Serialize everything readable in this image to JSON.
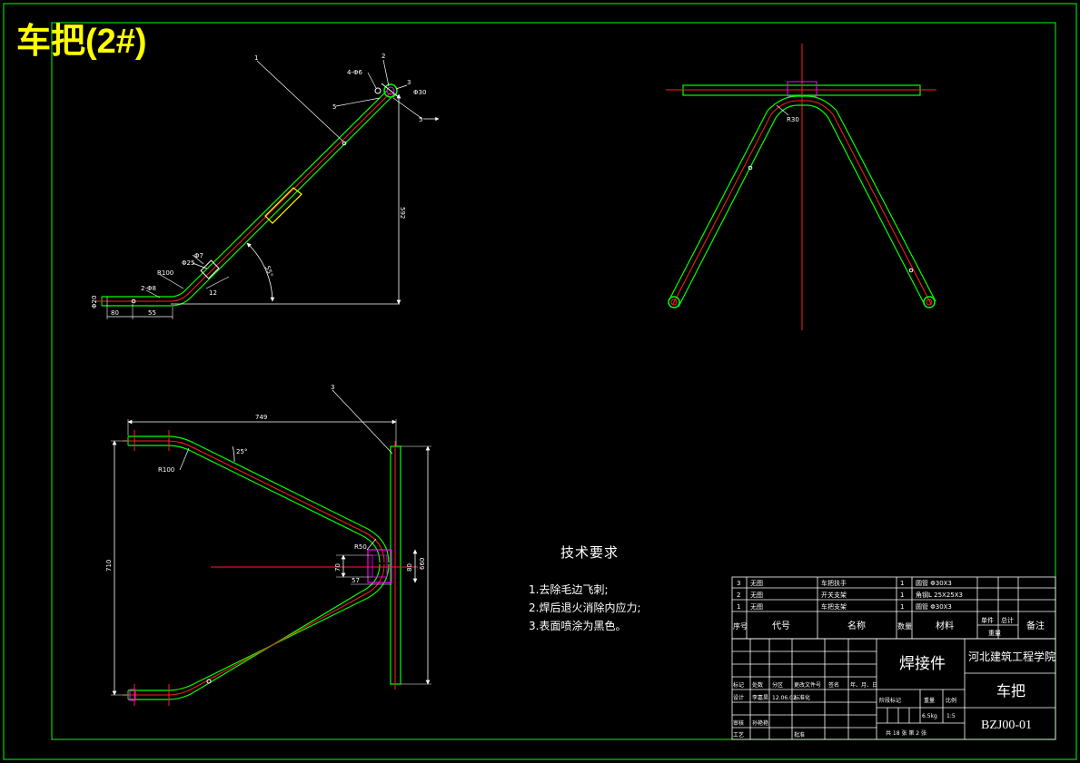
{
  "drawing": {
    "title": "车把(2#)",
    "colors": {
      "frame": "#00ff00",
      "outline": "#00ff00",
      "center": "#ff2020",
      "dim": "#ffffff",
      "title": "#ffff00",
      "part": "#ff00ff",
      "note": "#ffff00"
    }
  },
  "technical_requirements": {
    "heading": "技术要求",
    "items": [
      "1.去除毛边飞刺;",
      "2.焊后退火消除内应力;",
      "3.表面喷涂为黑色。"
    ]
  },
  "side_view": {
    "balloons": [
      "1",
      "2",
      "3",
      "5",
      "5"
    ],
    "dims": {
      "hole_small": "4-Φ6",
      "d30": "Φ30",
      "h592": "592",
      "angle55": "55°",
      "d7": "Φ7",
      "d25": "Φ25",
      "r100": "R100",
      "holes": "2-Φ8",
      "d20": "Φ20",
      "w80": "80",
      "w55": "55",
      "w12": "12"
    }
  },
  "front_view": {
    "r30": "R30"
  },
  "plan_view": {
    "balloon": "3",
    "dims": {
      "w749": "749",
      "h710": "710",
      "h660": "660",
      "r100": "R100",
      "ang25": "25°",
      "r50": "R50",
      "d70": "70",
      "d80": "80",
      "d57": "57"
    }
  },
  "bom": {
    "rows": [
      {
        "no": "3",
        "code": "无图",
        "name": "车把扶手",
        "qty": "1",
        "mat": "圆管 Φ30X3"
      },
      {
        "no": "2",
        "code": "无图",
        "name": "开关支架",
        "qty": "1",
        "mat": "角钢L 25X25X3"
      },
      {
        "no": "1",
        "code": "无图",
        "name": "车把支架",
        "qty": "1",
        "mat": "圆管 Φ30X3"
      }
    ],
    "headers": {
      "no": "序号",
      "code": "代号",
      "name": "名称",
      "qty": "数量",
      "mat": "材料",
      "unit": "单件",
      "total": "总计",
      "weight": "重量",
      "remark": "备注"
    }
  },
  "title_block": {
    "product_type": "焊接件",
    "school": "河北建筑工程学院",
    "part_name": "车把",
    "drawing_no": "BZJ00-01",
    "mark_labels": [
      "标记",
      "处数",
      "分区",
      "更改文件号",
      "签名",
      "年、月、日"
    ],
    "design_label": "设计",
    "designer": "李嘉昊",
    "design_date": "12.06.02",
    "std_label": "标准化",
    "review_label": "审核",
    "reviewer": "孙艳艳",
    "process_label": "工艺",
    "approve_label": "批准",
    "stage_label": "阶段标记",
    "weight_label": "重量",
    "scale_label": "比例",
    "weight": "6.5kg",
    "scale": "1:5",
    "sheets": "共 18 张  第 2 张"
  }
}
